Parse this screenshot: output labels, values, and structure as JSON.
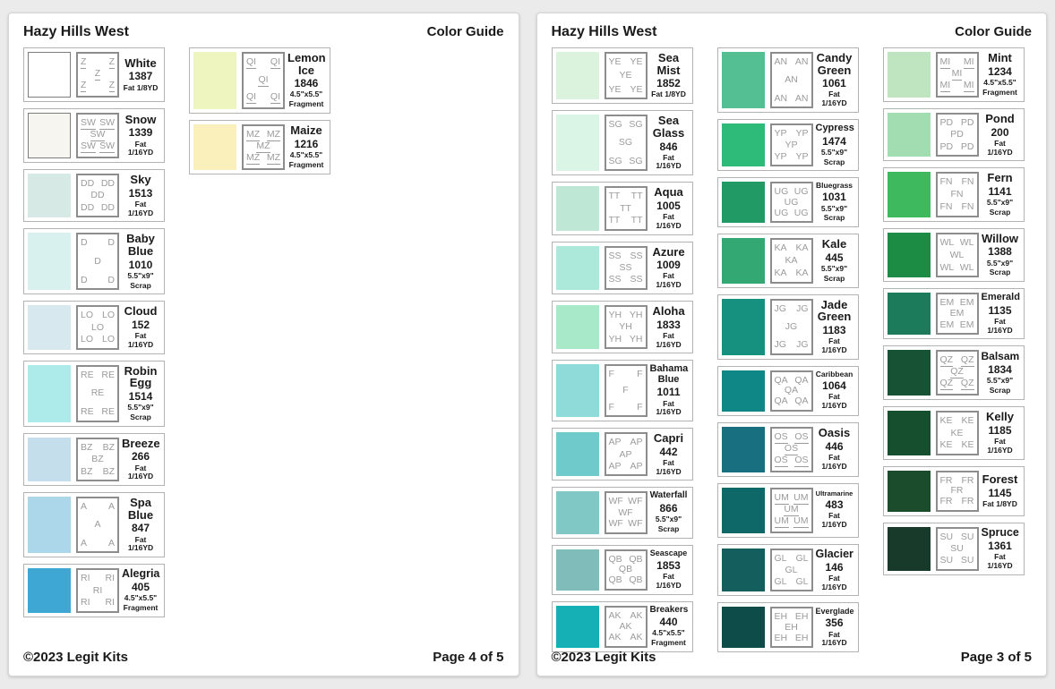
{
  "theme": {
    "desk_bg": "#ebebeb",
    "page_bg": "#ffffff",
    "code_text_color": "#9b9b9b",
    "card_border_color": "#b3b3b3",
    "codebox_border_color": "#8d8d8d"
  },
  "pages": [
    {
      "title": "Hazy Hills West",
      "header_right": "Color Guide",
      "footer_left": "©2023 Legit Kits",
      "footer_right": "Page 4 of 5",
      "columns": [
        [
          {
            "name": "White",
            "number": "1387",
            "cut": "Fat 1/8YD",
            "cut2": "",
            "code": "Z",
            "underline": true,
            "color": "#ffffff"
          },
          {
            "name": "Snow",
            "number": "1339",
            "cut": "Fat 1/16YD",
            "cut2": "",
            "code": "SW",
            "underline": true,
            "color": "#f6f5ef"
          },
          {
            "name": "Sky",
            "number": "1513",
            "cut": "Fat 1/16YD",
            "cut2": "",
            "code": "DD",
            "underline": false,
            "color": "#d6e9e5"
          },
          {
            "name": "Baby Blue",
            "number": "1010",
            "cut": "5.5\"x9\"",
            "cut2": "Scrap",
            "code": "D",
            "underline": false,
            "color": "#d8f1ee"
          },
          {
            "name": "Cloud",
            "number": "152",
            "cut": "Fat 1/16YD",
            "cut2": "",
            "code": "LO",
            "underline": false,
            "color": "#d7e8ef"
          },
          {
            "name": "Robin Egg",
            "number": "1514",
            "cut": "5.5\"x9\"",
            "cut2": "Scrap",
            "code": "RE",
            "underline": false,
            "color": "#adebea"
          },
          {
            "name": "Breeze",
            "number": "266",
            "cut": "Fat 1/16YD",
            "cut2": "",
            "code": "BZ",
            "underline": false,
            "color": "#c4deec"
          },
          {
            "name": "Spa Blue",
            "number": "847",
            "cut": "Fat 1/16YD",
            "cut2": "",
            "code": "A",
            "underline": false,
            "color": "#acd6e9"
          },
          {
            "name": "Alegria",
            "number": "405",
            "cut": "4.5\"x5.5\"",
            "cut2": "Fragment",
            "code": "RI",
            "underline": false,
            "color": "#3ea7d3"
          }
        ],
        [
          {
            "name": "Lemon Ice",
            "number": "1846",
            "cut": "4.5\"x5.5\"",
            "cut2": "Fragment",
            "code": "QI",
            "underline": true,
            "color": "#eef5bf"
          },
          {
            "name": "Maize",
            "number": "1216",
            "cut": "4.5\"x5.5\"",
            "cut2": "Fragment",
            "code": "MZ",
            "underline": true,
            "color": "#faf0bc"
          }
        ]
      ]
    },
    {
      "title": "Hazy Hills West",
      "header_right": "Color Guide",
      "footer_left": "©2023 Legit Kits",
      "footer_right": "Page 3 of 5",
      "columns": [
        [
          {
            "name": "Sea Mist",
            "number": "1852",
            "cut": "Fat 1/8YD",
            "cut2": "",
            "code": "YE",
            "underline": false,
            "color": "#dbf3dd"
          },
          {
            "name": "Sea Glass",
            "number": "846",
            "cut": "Fat 1/16YD",
            "cut2": "",
            "code": "SG",
            "underline": false,
            "color": "#daf4e6"
          },
          {
            "name": "Aqua",
            "number": "1005",
            "cut": "Fat 1/16YD",
            "cut2": "",
            "code": "TT",
            "underline": false,
            "color": "#bee7d5"
          },
          {
            "name": "Azure",
            "number": "1009",
            "cut": "Fat 1/16YD",
            "cut2": "",
            "code": "SS",
            "underline": false,
            "color": "#ade9db"
          },
          {
            "name": "Aloha",
            "number": "1833",
            "cut": "Fat 1/16YD",
            "cut2": "",
            "code": "YH",
            "underline": false,
            "color": "#a8e9ca"
          },
          {
            "name": "Bahama Blue",
            "number": "1011",
            "cut": "Fat 1/16YD",
            "cut2": "",
            "code": "F",
            "underline": false,
            "color": "#8fdbda"
          },
          {
            "name": "Capri",
            "number": "442",
            "cut": "Fat 1/16YD",
            "cut2": "",
            "code": "AP",
            "underline": false,
            "color": "#6fcbcb"
          },
          {
            "name": "Waterfall",
            "number": "866",
            "cut": "5.5\"x9\"",
            "cut2": "Scrap",
            "code": "WF",
            "underline": false,
            "color": "#80c8c6"
          },
          {
            "name": "Seascape",
            "number": "1853",
            "cut": "Fat 1/16YD",
            "cut2": "",
            "code": "QB",
            "underline": false,
            "color": "#7fbcba"
          },
          {
            "name": "Breakers",
            "number": "440",
            "cut": "4.5\"x5.5\"",
            "cut2": "Fragment",
            "code": "AK",
            "underline": false,
            "color": "#15b0b6"
          }
        ],
        [
          {
            "name": "Candy Green",
            "number": "1061",
            "cut": "Fat 1/16YD",
            "cut2": "",
            "code": "AN",
            "underline": false,
            "color": "#55bf94"
          },
          {
            "name": "Cypress",
            "number": "1474",
            "cut": "5.5\"x9\"",
            "cut2": "Scrap",
            "code": "YP",
            "underline": false,
            "color": "#2eba79"
          },
          {
            "name": "Bluegrass",
            "number": "1031",
            "cut": "5.5\"x9\"",
            "cut2": "Scrap",
            "code": "UG",
            "underline": false,
            "color": "#219a66"
          },
          {
            "name": "Kale",
            "number": "445",
            "cut": "5.5\"x9\"",
            "cut2": "Scrap",
            "code": "KA",
            "underline": false,
            "color": "#34a873"
          },
          {
            "name": "Jade Green",
            "number": "1183",
            "cut": "Fat 1/16YD",
            "cut2": "",
            "code": "JG",
            "underline": false,
            "color": "#17917f"
          },
          {
            "name": "Caribbean",
            "number": "1064",
            "cut": "Fat 1/16YD",
            "cut2": "",
            "code": "QA",
            "underline": false,
            "color": "#0f8787"
          },
          {
            "name": "Oasis",
            "number": "446",
            "cut": "Fat 1/16YD",
            "cut2": "",
            "code": "OS",
            "underline": true,
            "color": "#176f80"
          },
          {
            "name": "Ultramarine",
            "number": "483",
            "cut": "Fat 1/16YD",
            "cut2": "",
            "code": "UM",
            "underline": true,
            "color": "#0f6868"
          },
          {
            "name": "Glacier",
            "number": "146",
            "cut": "Fat 1/16YD",
            "cut2": "",
            "code": "GL",
            "underline": false,
            "color": "#145e5e"
          },
          {
            "name": "Everglade",
            "number": "356",
            "cut": "Fat 1/16YD",
            "cut2": "",
            "code": "EH",
            "underline": false,
            "color": "#0d4c48"
          }
        ],
        [
          {
            "name": "Mint",
            "number": "1234",
            "cut": "4.5\"x5.5\"",
            "cut2": "Fragment",
            "code": "MI",
            "underline": true,
            "color": "#bee4c0"
          },
          {
            "name": "Pond",
            "number": "200",
            "cut": "Fat 1/16YD",
            "cut2": "",
            "code": "PD",
            "underline": false,
            "color": "#a2dcb1"
          },
          {
            "name": "Fern",
            "number": "1141",
            "cut": "5.5\"x9\"",
            "cut2": "Scrap",
            "code": "FN",
            "underline": false,
            "color": "#3eb95e"
          },
          {
            "name": "Willow",
            "number": "1388",
            "cut": "5.5\"x9\"",
            "cut2": "Scrap",
            "code": "WL",
            "underline": false,
            "color": "#1c8b43"
          },
          {
            "name": "Emerald",
            "number": "1135",
            "cut": "Fat 1/16YD",
            "cut2": "",
            "code": "EM",
            "underline": false,
            "color": "#1b7b5b"
          },
          {
            "name": "Balsam",
            "number": "1834",
            "cut": "5.5\"x9\"",
            "cut2": "Scrap",
            "code": "QZ",
            "underline": true,
            "color": "#165233"
          },
          {
            "name": "Kelly",
            "number": "1185",
            "cut": "Fat 1/16YD",
            "cut2": "",
            "code": "KE",
            "underline": false,
            "color": "#154f2e"
          },
          {
            "name": "Forest",
            "number": "1145",
            "cut": "Fat 1/8YD",
            "cut2": "",
            "code": "FR",
            "underline": false,
            "color": "#1b4c2c"
          },
          {
            "name": "Spruce",
            "number": "1361",
            "cut": "Fat 1/16YD",
            "cut2": "",
            "code": "SU",
            "underline": false,
            "color": "#183a2a"
          }
        ]
      ]
    }
  ]
}
